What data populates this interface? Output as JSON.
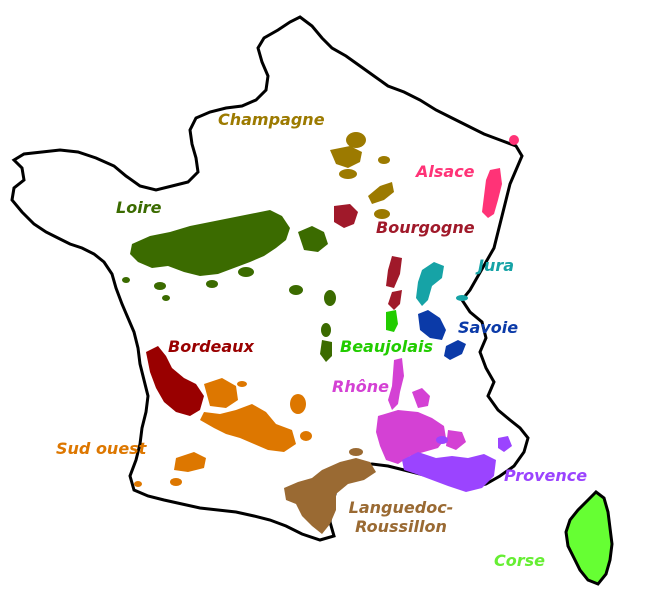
{
  "map": {
    "country": "France",
    "outline_color": "#000000",
    "land_color": "#ffffff"
  },
  "regions": [
    {
      "id": "champagne",
      "label": "Champagne",
      "color": "#9c7a00"
    },
    {
      "id": "alsace",
      "label": "Alsace",
      "color": "#ff3377"
    },
    {
      "id": "loire",
      "label": "Loire",
      "color": "#3b6b00"
    },
    {
      "id": "bourgogne",
      "label": "Bourgogne",
      "color": "#a0192a"
    },
    {
      "id": "jura",
      "label": "Jura",
      "color": "#16a3a6"
    },
    {
      "id": "savoie",
      "label": "Savoie",
      "color": "#0b3aa8"
    },
    {
      "id": "beaujolais",
      "label": "Beaujolais",
      "color": "#22cc00"
    },
    {
      "id": "bordeaux",
      "label": "Bordeaux",
      "color": "#990000"
    },
    {
      "id": "rhone",
      "label": "Rhône",
      "color": "#d441d4"
    },
    {
      "id": "sud_ouest",
      "label": "Sud ouest",
      "color": "#dd7700"
    },
    {
      "id": "provence",
      "label": "Provence",
      "color": "#9b44ff"
    },
    {
      "id": "languedoc",
      "label": "Languedoc-Roussillon",
      "color": "#9a6a33"
    },
    {
      "id": "corse",
      "label": "Corse",
      "color": "#66ff33"
    }
  ]
}
